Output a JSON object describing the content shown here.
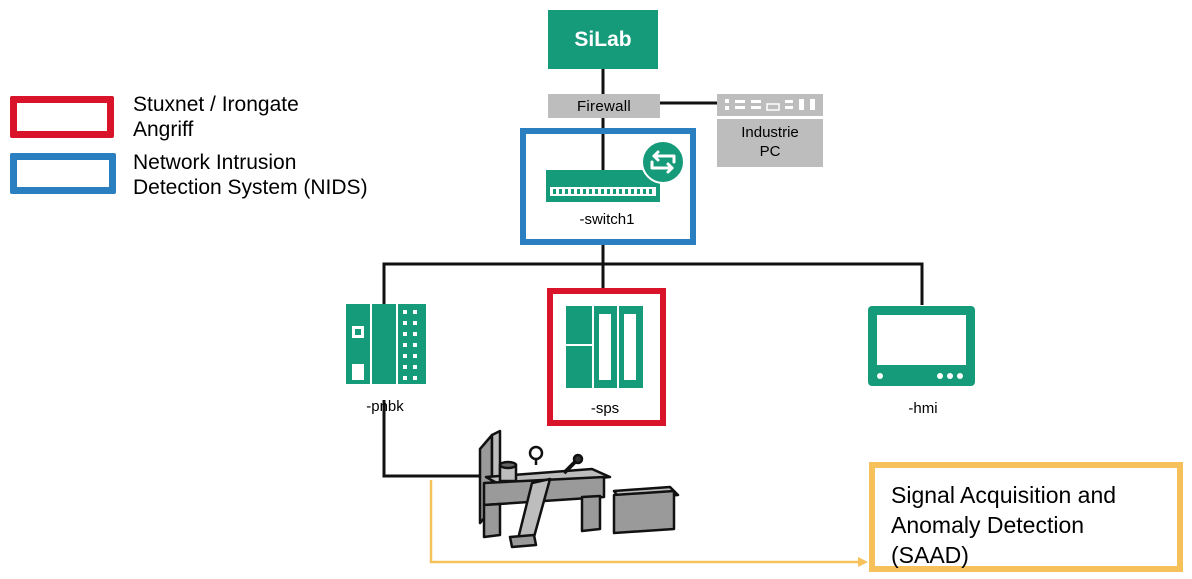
{
  "legend": {
    "red_label_line1": "Stuxnet / Irongate",
    "red_label_line2": "Angriff",
    "blue_label_line1": "Network Intrusion",
    "blue_label_line2": "Detection System (NIDS)"
  },
  "nodes": {
    "silab": "SiLab",
    "firewall": "Firewall",
    "industrie_pc_line1": "Industrie",
    "industrie_pc_line2": "PC",
    "switch": "-switch1",
    "pnbk": "-pnbk",
    "sps": "-sps",
    "hmi": "-hmi"
  },
  "saad": {
    "line1": "Signal Acquisition and",
    "line2": "Anomaly Detection",
    "line3": "(SAAD)"
  },
  "colors": {
    "green": "#169b7a",
    "gray": "#bdbdbd",
    "attack_red": "#d9142a",
    "nids_blue": "#2a7fc0",
    "saad_orange": "#f6c15a"
  },
  "icons": [
    "switch-icon",
    "arrows-exchange-icon",
    "pnbk-module-icon",
    "plc-icon",
    "hmi-monitor-icon",
    "industrial-machine-icon",
    "industrial-pc-rack-icon"
  ]
}
